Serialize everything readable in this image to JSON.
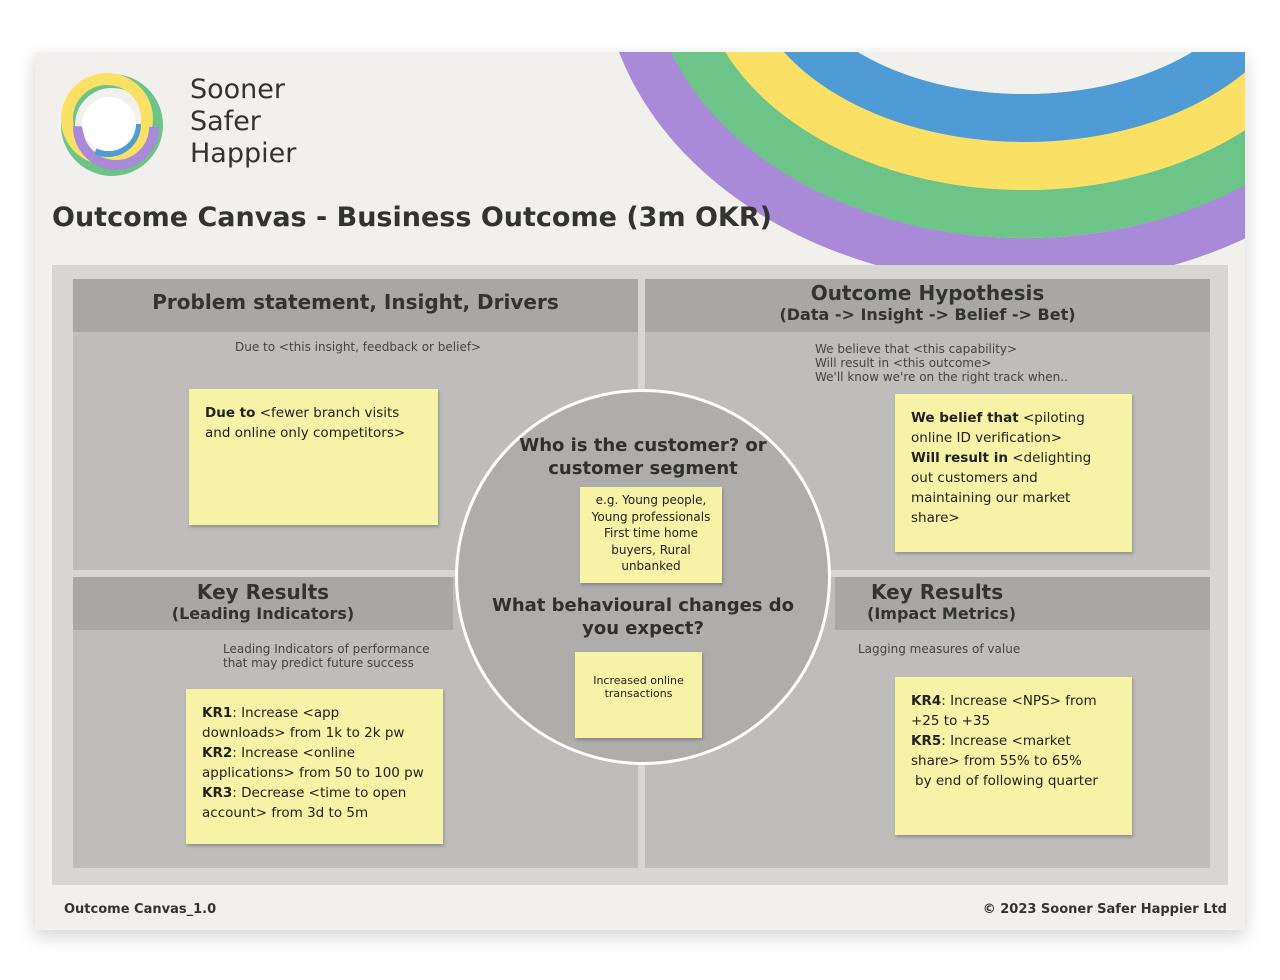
{
  "brand": {
    "lines": [
      "Sooner",
      "Safer",
      "Happier"
    ]
  },
  "title": "Outcome Canvas - Business Outcome (3m OKR)",
  "colors": {
    "purple": "#a98ad8",
    "green": "#6cc488",
    "yellow": "#fbe066",
    "blue": "#4e9bd6",
    "sticky": "#f6f2a6"
  },
  "problem": {
    "heading": "Problem statement, Insight, Drivers",
    "hint": "Due to <this insight, feedback or belief>",
    "sticky_bold": "Due to",
    "sticky_text": " <fewer branch visits and online only competitors>"
  },
  "hypothesis": {
    "heading": "Outcome Hypothesis",
    "subheading": "(Data -> Insight -> Belief -> Bet)",
    "hint": [
      "We believe that <this capability>",
      "Will result in <this outcome>",
      "We'll know we're on the right track when.."
    ],
    "b1": "We belief that",
    "t1": " <piloting online ID verification>",
    "b2": "Will result in",
    "t2": " <delighting out customers and maintaining our market share>"
  },
  "center": {
    "q1": "Who is the customer? or customer segment",
    "sticky1": "e.g. Young people, Young professionals First time home buyers, Rural unbanked",
    "q2": "What behavioural changes do you expect?",
    "sticky2": "Increased online transactions"
  },
  "leading": {
    "heading": "Key Results",
    "subheading": "(Leading Indicators)",
    "hint": "Leading Indicators of performance that may predict future success",
    "items": [
      {
        "b": "KR1",
        "t": ": Increase <app downloads> from 1k to 2k pw"
      },
      {
        "b": "KR2",
        "t": ": Increase <online applications> from 50 to 100 pw"
      },
      {
        "b": "KR3",
        "t": ": Decrease <time to open account> from 3d to 5m"
      }
    ]
  },
  "impact": {
    "heading": "Key Results",
    "subheading": "(Impact Metrics)",
    "hint": "Lagging measures of value",
    "items": [
      {
        "b": "KR4",
        "t": ": Increase <NPS> from +25 to +35"
      },
      {
        "b": "KR5",
        "t": ": Increase <market share> from 55% to 65%"
      }
    ],
    "tail": "by end of following quarter"
  },
  "footer": {
    "left": "Outcome Canvas_1.0",
    "right": "© 2023 Sooner Safer Happier Ltd"
  }
}
